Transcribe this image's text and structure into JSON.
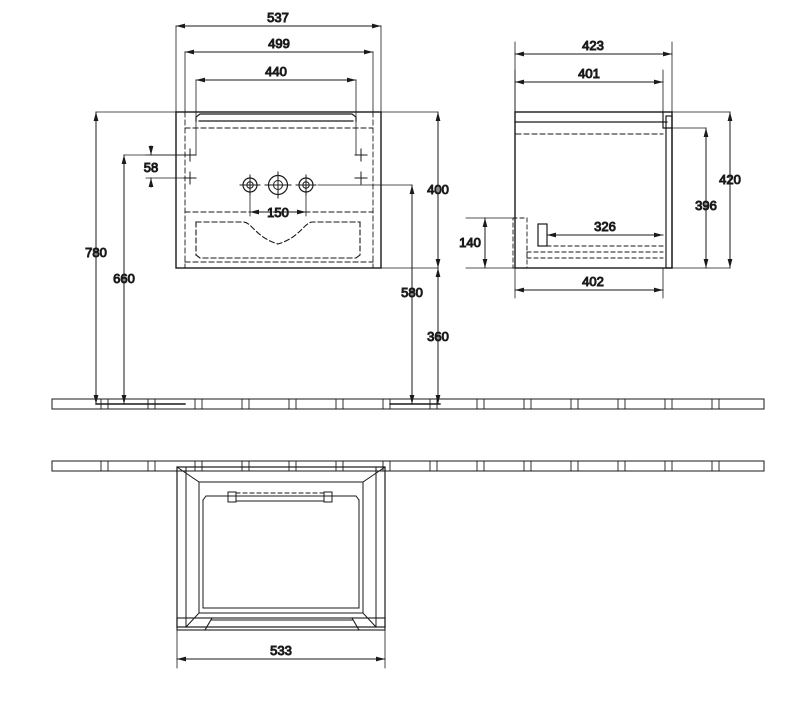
{
  "drawing": {
    "type": "technical-dimension-drawing",
    "subject": "wall-hung vanity unit with washbasin",
    "units": "mm",
    "line_color": "#1a1a1a",
    "background": "#ffffff",
    "views": [
      {
        "id": "front-view",
        "label": "front elevation"
      },
      {
        "id": "side-view",
        "label": "side elevation"
      },
      {
        "id": "bottom-view",
        "label": "underside plan"
      }
    ]
  },
  "dimensions": {
    "front": {
      "width_outer": "537",
      "width_middle": "499",
      "width_inner": "440",
      "tap_hole_spacing": "150",
      "mount_hole_spacing": "58",
      "height_total": "780",
      "height_660": "660",
      "height_400": "400",
      "height_580": "580",
      "height_360": "360"
    },
    "side": {
      "depth_outer": "423",
      "depth_401": "401",
      "depth_base": "402",
      "bracket_326": "326",
      "height_420": "420",
      "height_396": "396",
      "height_140": "140"
    },
    "bottom": {
      "width_533": "533"
    }
  },
  "labels": {
    "d537": "537",
    "d499": "499",
    "d440": "440",
    "d150": "150",
    "d58": "58",
    "d780": "780",
    "d660": "660",
    "d400": "400",
    "d580": "580",
    "d360": "360",
    "d423": "423",
    "d401": "401",
    "d402": "402",
    "d326": "326",
    "d420": "420",
    "d396": "396",
    "d140": "140",
    "d533": "533"
  }
}
